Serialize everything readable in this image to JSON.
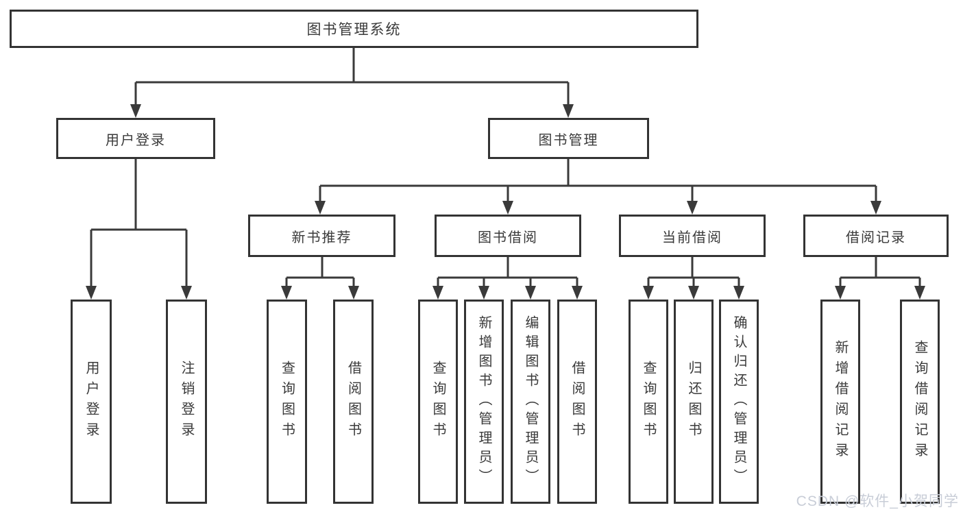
{
  "diagram": {
    "title": "图书管理系统",
    "colors": {
      "line": "#3a3a3a",
      "box_border": "#333333",
      "text": "#3a3a3a",
      "background": "#ffffff",
      "watermark": "#c8cdd7"
    },
    "nodes": {
      "root": {
        "label": "图书管理系统"
      },
      "login": {
        "label": "用户登录"
      },
      "mgmt": {
        "label": "图书管理"
      },
      "rec": {
        "label": "新书推荐"
      },
      "borrow": {
        "label": "图书借阅"
      },
      "current": {
        "label": "当前借阅"
      },
      "record": {
        "label": "借阅记录"
      },
      "a1": {
        "label": "用户登录"
      },
      "a2": {
        "label": "注销登录"
      },
      "b1": {
        "label": "查询图书"
      },
      "b2": {
        "label": "借阅图书"
      },
      "c1": {
        "label": "查询图书"
      },
      "c2": {
        "label": "新增图书（管理员）"
      },
      "c3": {
        "label": "编辑图书（管理员）"
      },
      "c4": {
        "label": "借阅图书"
      },
      "d1": {
        "label": "查询图书"
      },
      "d2": {
        "label": "归还图书"
      },
      "d3": {
        "label": "确认归还（管理员）"
      },
      "e1": {
        "label": "新增借阅记录"
      },
      "e2": {
        "label": "查询借阅记录"
      }
    },
    "watermark": "CSDN @软件_小贺同学"
  }
}
